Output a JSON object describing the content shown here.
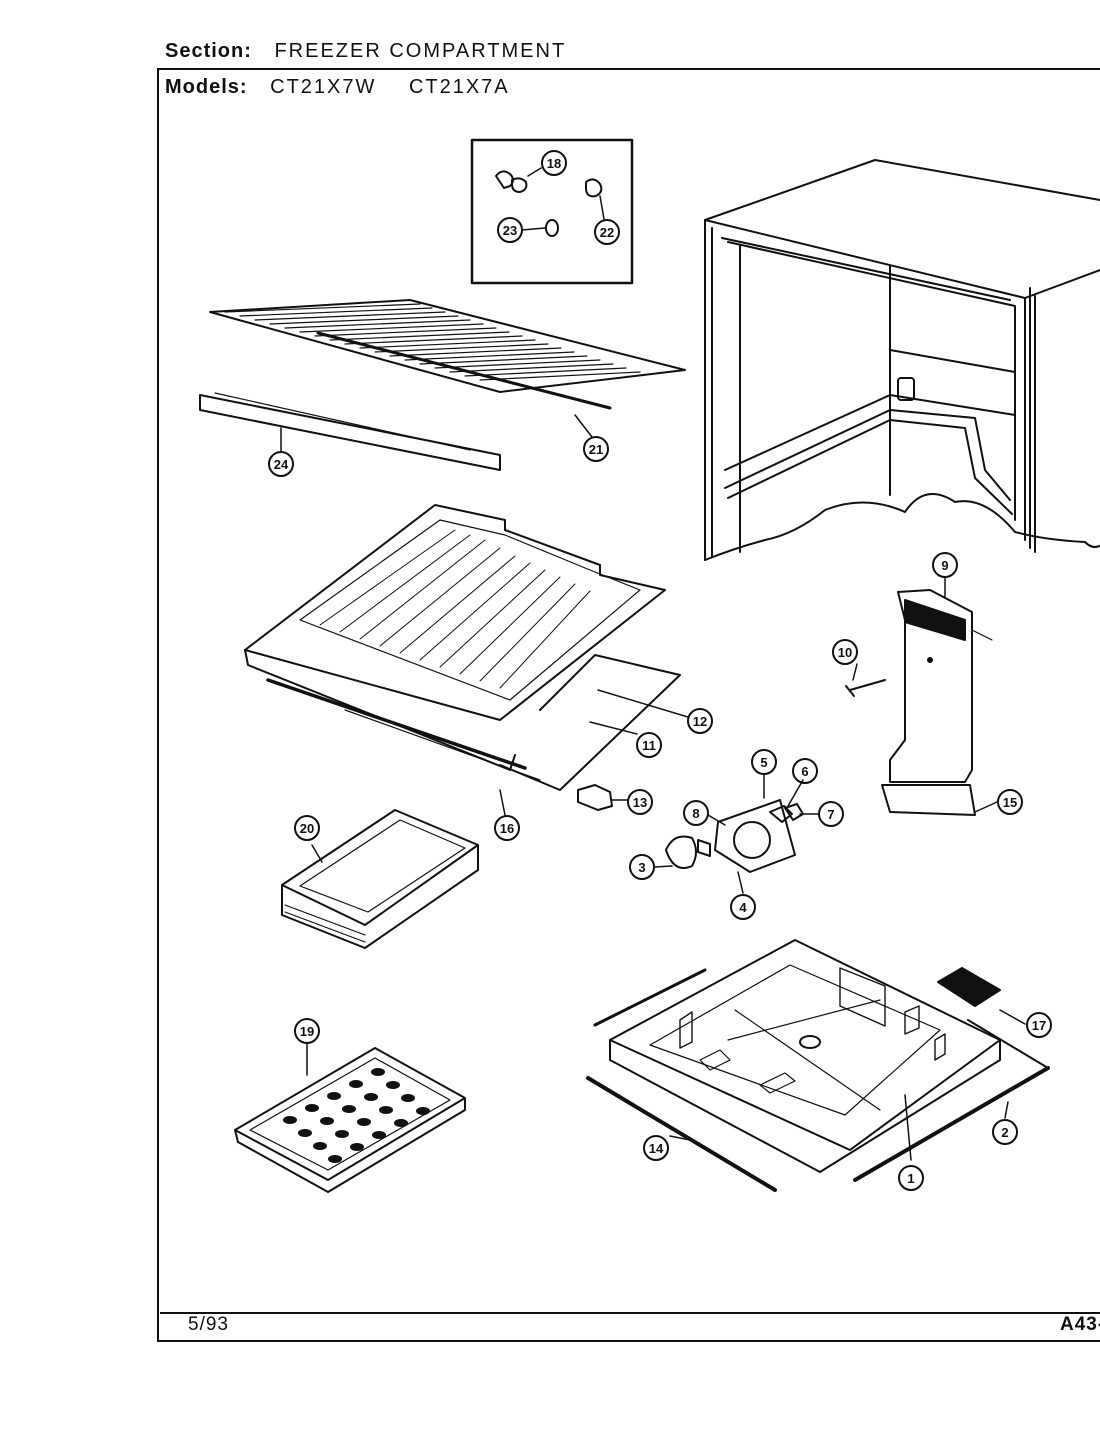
{
  "header": {
    "section_label": "Section:",
    "section_value": "FREEZER COMPARTMENT",
    "models_label": "Models:",
    "models": [
      "CT21X7W",
      "CT21X7A"
    ]
  },
  "footer": {
    "date_code": "5/93",
    "page_code": "A43-"
  },
  "callouts": [
    "18",
    "22",
    "23",
    "21",
    "24",
    "9",
    "10",
    "12",
    "11",
    "16",
    "13",
    "5",
    "6",
    "7",
    "8",
    "3",
    "4",
    "15",
    "20",
    "19",
    "17",
    "2",
    "14",
    "1"
  ],
  "icons": [
    "shelf-wire",
    "crisper-cover",
    "drawer-pan",
    "ice-tray",
    "air-duct",
    "damper-assembly",
    "freezer-floor"
  ]
}
